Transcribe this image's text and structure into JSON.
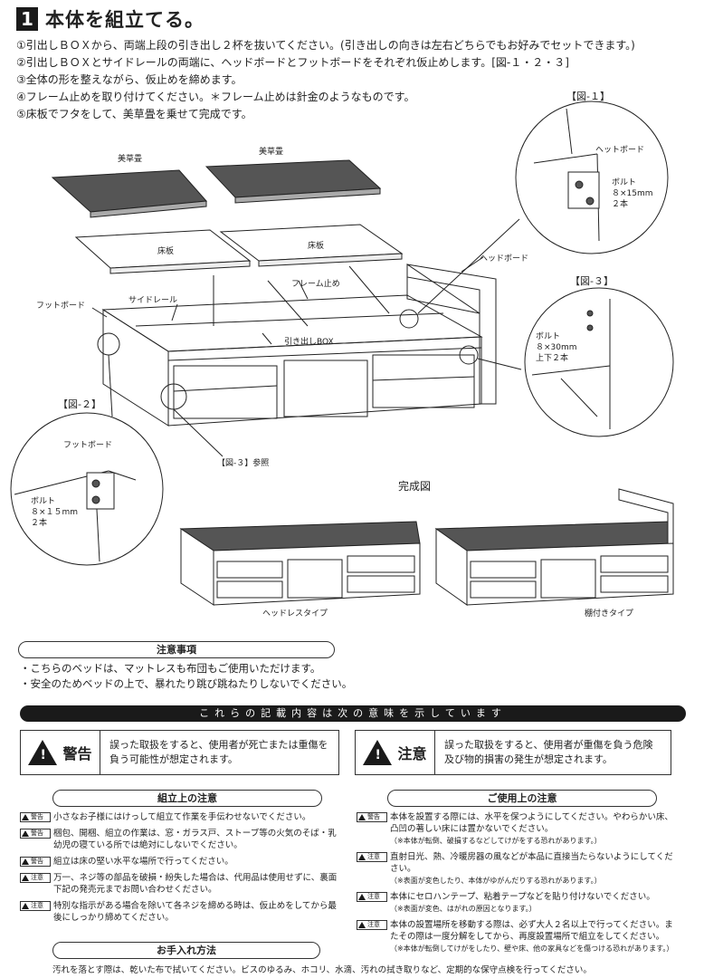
{
  "title": {
    "number": "1",
    "text": "本体を組立てる。"
  },
  "steps": [
    "①引出しＢＯＸから、両端上段の引き出し２杯を抜いてください。(引き出しの向きは左右どちらでもお好みでセットできます。)",
    "②引出しＢＯＸとサイドレールの両端に、ヘッドボードとフットボードをそれぞれ仮止めします。[図-１・２・３]",
    "③全体の形を整えながら、仮止めを締めます。",
    "④フレーム止めを取り付けてください。＊フレーム止めは針金のようなものです。",
    "⑤床板でフタをして、美草畳を乗せて完成です。"
  ],
  "figures": {
    "fig1_label": "【図-１】",
    "fig1_headboard": "ヘットボード",
    "fig1_bolt": "ボルト",
    "fig1_bolt_size": "８×15mm",
    "fig1_bolt_qty": "２本",
    "fig2_label": "【図-２】",
    "fig2_footboard": "フットボード",
    "fig2_bolt": "ボルト",
    "fig2_bolt_size": "８×１５mm",
    "fig2_bolt_qty": "２本",
    "fig3_label": "【図-３】",
    "fig3_bolt": "ボルト",
    "fig3_bolt_size": "８×30mm",
    "fig3_bolt_qty": "上下２本",
    "fig3_ref": "【図-３】参照"
  },
  "main_diagram": {
    "tatami_left": "美草畳",
    "tatami_right": "美草畳",
    "floorboard_left": "床板",
    "floorboard_right": "床板",
    "frame_stop": "フレーム止め",
    "headboard": "ヘッドボード",
    "footboard": "フットボード",
    "side_rail": "サイドレール",
    "drawer_box": "引き出しBOX"
  },
  "completed": {
    "title": "完成図",
    "headless": "ヘッドレスタイプ",
    "shelf": "棚付きタイプ"
  },
  "notes": {
    "heading": "注意事項",
    "lines": [
      "・こちらのベッドは、マットレスも布団もご使用いただけます。",
      "・安全のためベッドの上で、暴れたり跳び跳ねたりしないでください。"
    ]
  },
  "meaning_bar": "これらの記載内容は次の意味を示しています",
  "warning": {
    "word": "警告",
    "text": "誤った取扱をすると、使用者が死亡または重傷を負う可能性が想定されます。"
  },
  "caution": {
    "word": "注意",
    "text": "誤った取扱をすると、使用者が重傷を負う危険及び物的損害の発生が想定されます。"
  },
  "assembly_notes": {
    "heading": "組立上の注意",
    "items": [
      {
        "badge": "警告",
        "text": "小さなお子様にはけっして組立て作業を手伝わせないでください。",
        "small": ""
      },
      {
        "badge": "警告",
        "text": "梱包、開梱、組立の作業は、窓・ガラス戸、ストーブ等の火気のそば・乳幼児の寝ている所では絶対にしないでください。",
        "small": ""
      },
      {
        "badge": "警告",
        "text": "組立は床の堅い水平な場所で行ってください。",
        "small": ""
      },
      {
        "badge": "注意",
        "text": "万一、ネジ等の部品を破損・紛失した場合は、代用品は使用せずに、裏面下記の発売元までお問い合わせください。",
        "small": ""
      },
      {
        "badge": "注意",
        "text": "特別な指示がある場合を除いて各ネジを締める時は、仮止めをしてから最後にしっかり締めてください。",
        "small": ""
      }
    ]
  },
  "usage_notes": {
    "heading": "ご使用上の注意",
    "items": [
      {
        "badge": "警告",
        "text": "本体を設置する際には、水平を保つようにしてください。やわらかい床、凸凹の著しい床には置かないでください。",
        "small": "（※本体が転倒、破損するなどしてけがをする恐れがあります。）"
      },
      {
        "badge": "注意",
        "text": "直射日光、熱、冷暖房器の風などが本品に直接当たらないようにしてください。",
        "small": "（※表面が変色したり、本体がゆがんだりする恐れがあります。）"
      },
      {
        "badge": "注意",
        "text": "本体にセロハンテープ、粘着テープなどを貼り付けないでください。",
        "small": "（※表面が変色、はがれの原因となります。）"
      },
      {
        "badge": "注意",
        "text": "本体の設置場所を移動する際は、必ず大人２名以上で行ってください。またその際は一度分解をしてから、再度設置場所で組立をしてください。",
        "small": "（※本体が転倒してけがをしたり、壁や床、他の家具などを傷つける恐れがあります。）"
      }
    ]
  },
  "care": {
    "heading": "お手入れ方法",
    "text": "汚れを落とす際は、乾いた布で拭いてください。ビスのゆるみ、ホコリ、水滴、汚れの拭き取りなど、定期的な保守点検を行ってください。"
  }
}
